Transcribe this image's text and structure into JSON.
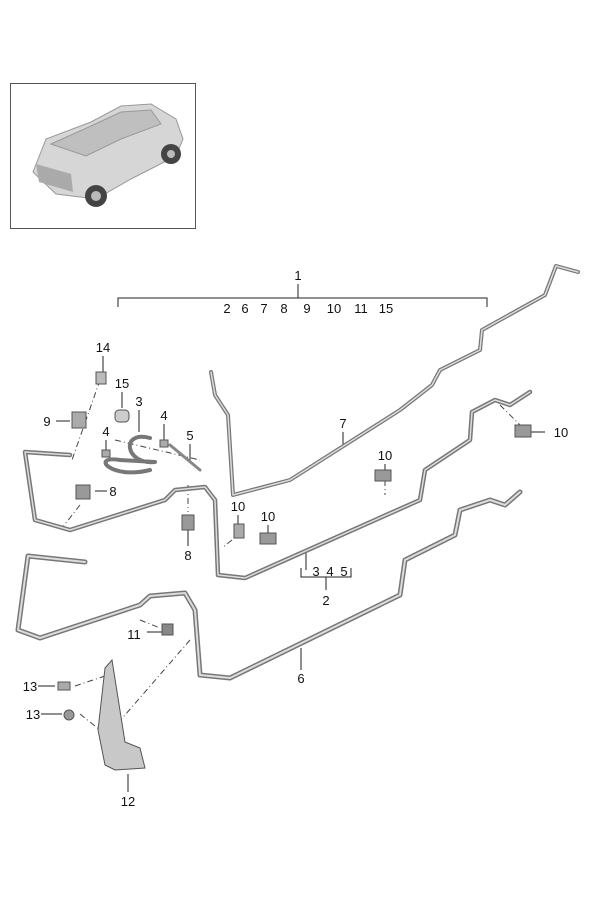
{
  "thumbnail": {
    "icon": "vehicle-overview-icon"
  },
  "callouts": {
    "c1": "1",
    "group1": [
      "2",
      "6",
      "7",
      "8",
      "9",
      "10",
      "11",
      "15"
    ],
    "c14": "14",
    "c15": "15",
    "c3": "3",
    "c4a": "4",
    "c5": "5",
    "c9": "9",
    "c4b": "4",
    "c8a": "8",
    "c8b": "8",
    "c10a": "10",
    "c10b": "10",
    "c10c": "10",
    "c7": "7",
    "c10d": "10",
    "group2": [
      "3",
      "4",
      "5"
    ],
    "c2": "2",
    "c6": "6",
    "c11": "11",
    "c13a": "13",
    "c13b": "13",
    "c12": "12"
  },
  "colors": {
    "pipe": "#8a8a8a",
    "pipe_light": "#d8d8d8",
    "line": "#222222"
  }
}
